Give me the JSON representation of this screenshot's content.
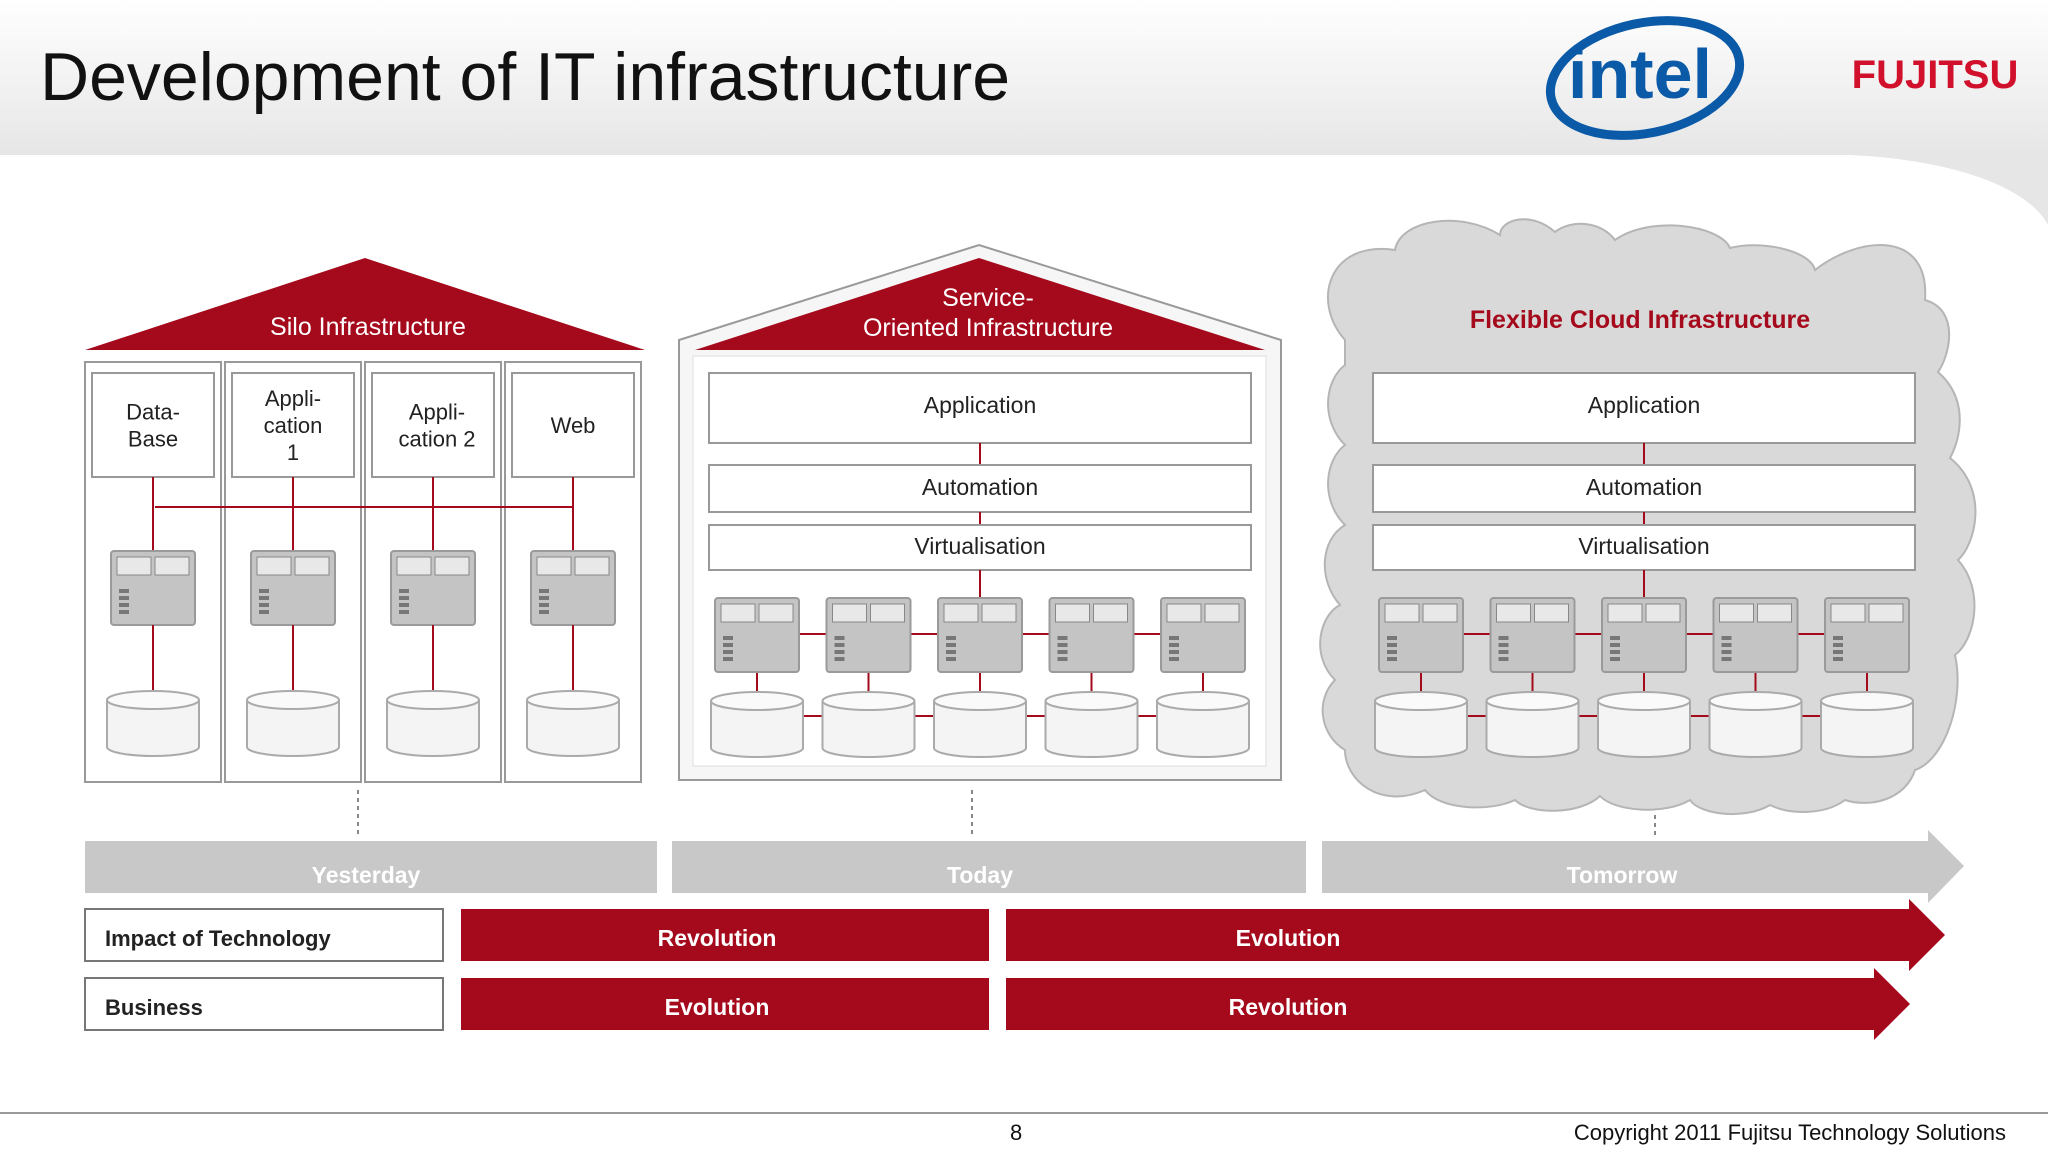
{
  "title": "Development of IT infrastructure",
  "logos": {
    "intel": "intel",
    "fujitsu": "FUJITSU"
  },
  "colors": {
    "red": "#a50a1c",
    "grey": "#c8c8c8",
    "cloud": "#d9d9d9"
  },
  "silo": {
    "label": "Silo Infrastructure",
    "apps": [
      [
        "Data-",
        "Base"
      ],
      [
        "Appli-",
        "cation",
        "1"
      ],
      [
        "Appli-",
        "cation 2"
      ],
      [
        "Web"
      ]
    ]
  },
  "soa": {
    "label_lines": [
      "Service-",
      "Oriented Infrastructure"
    ],
    "layers": [
      "Application",
      "Automation",
      "Virtualisation"
    ]
  },
  "cloud": {
    "label": "Flexible Cloud Infrastructure",
    "layers": [
      "Application",
      "Automation",
      "Virtualisation"
    ]
  },
  "timeline": [
    "Yesterday",
    "Today",
    "Tomorrow"
  ],
  "rows": [
    {
      "label": "Impact of Technology",
      "left": "Revolution",
      "right": "Evolution"
    },
    {
      "label": "Business",
      "left": "Evolution",
      "right": "Revolution"
    }
  ],
  "footer": {
    "page": "8",
    "copyright": "Copyright 2011 Fujitsu Technology Solutions"
  }
}
